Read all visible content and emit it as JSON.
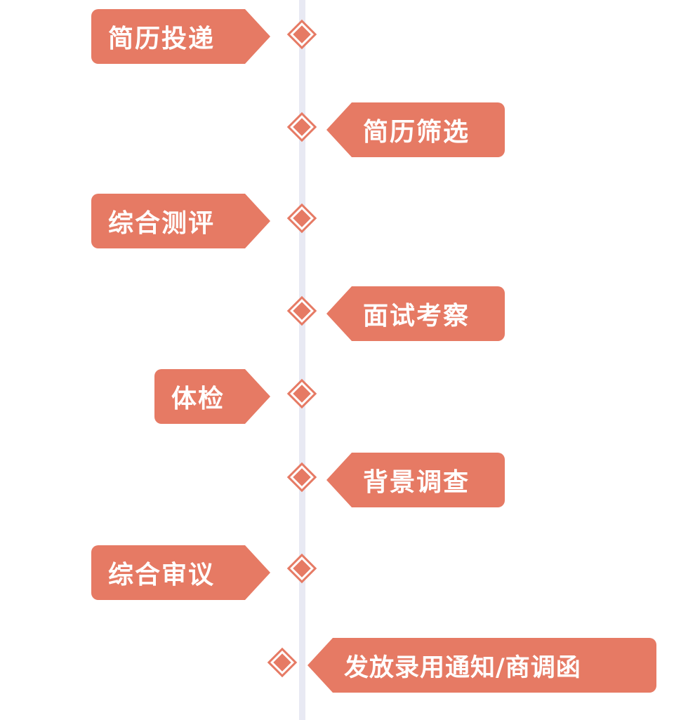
{
  "diagram": {
    "type": "vertical-timeline",
    "accent_color": "#E67A64",
    "axis_color": "#E8E9F3",
    "steps": [
      {
        "label": "简历投递",
        "side": "left"
      },
      {
        "label": "简历筛选",
        "side": "right"
      },
      {
        "label": "综合测评",
        "side": "left"
      },
      {
        "label": "面试考察",
        "side": "right"
      },
      {
        "label": "体检",
        "side": "left"
      },
      {
        "label": "背景调查",
        "side": "right"
      },
      {
        "label": "综合审议",
        "side": "left"
      },
      {
        "label": "发放录用通知/商调函",
        "side": "right"
      }
    ]
  }
}
